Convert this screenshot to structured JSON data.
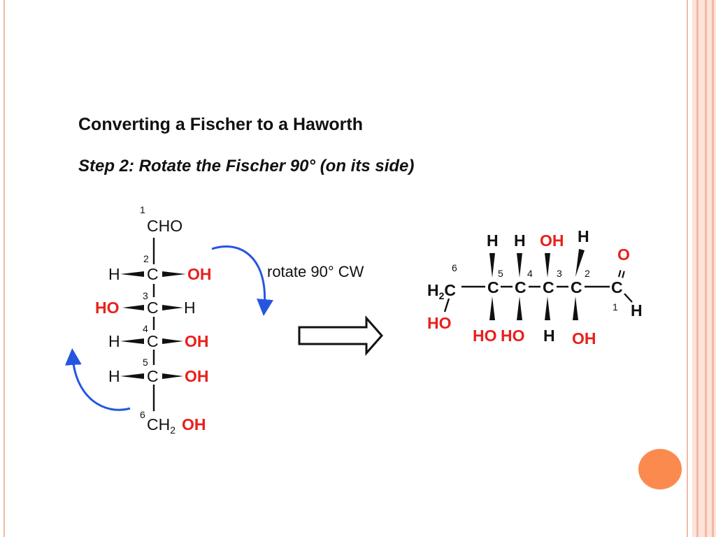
{
  "slide": {
    "title": "Converting a Fischer to a Haworth",
    "subtitle": "Step 2: Rotate the Fischer 90° (on its side)",
    "accent_color": "#fb8a4e",
    "border_color": "#f3b9a6"
  },
  "fischer": {
    "top_group": "CHO",
    "carbon": "C",
    "bottom_group_ch2": "CH",
    "bottom_group_sub": "2",
    "bottom_group_oh": "OH",
    "h": "H",
    "oh": "OH",
    "ho": "HO",
    "numbers": [
      "1",
      "2",
      "3",
      "4",
      "5",
      "6"
    ]
  },
  "rotation_label": "rotate 90° CW",
  "haworth_chain": {
    "c6_h": "H",
    "c6_sub": "2",
    "c6_c": "C",
    "carbon": "C",
    "top_labels": [
      "H",
      "H",
      "OH",
      "H"
    ],
    "bottom_labels": [
      "HO",
      "HO",
      "H",
      "OH"
    ],
    "c6_ho": "HO",
    "aldehyde_o": "O",
    "aldehyde_h": "H",
    "numbers": [
      "6",
      "5",
      "4",
      "3",
      "2",
      "1"
    ],
    "double_bond": "="
  },
  "colors": {
    "red_group": "#e8201c",
    "arrow_blue": "#2456e0",
    "text": "#111111"
  }
}
